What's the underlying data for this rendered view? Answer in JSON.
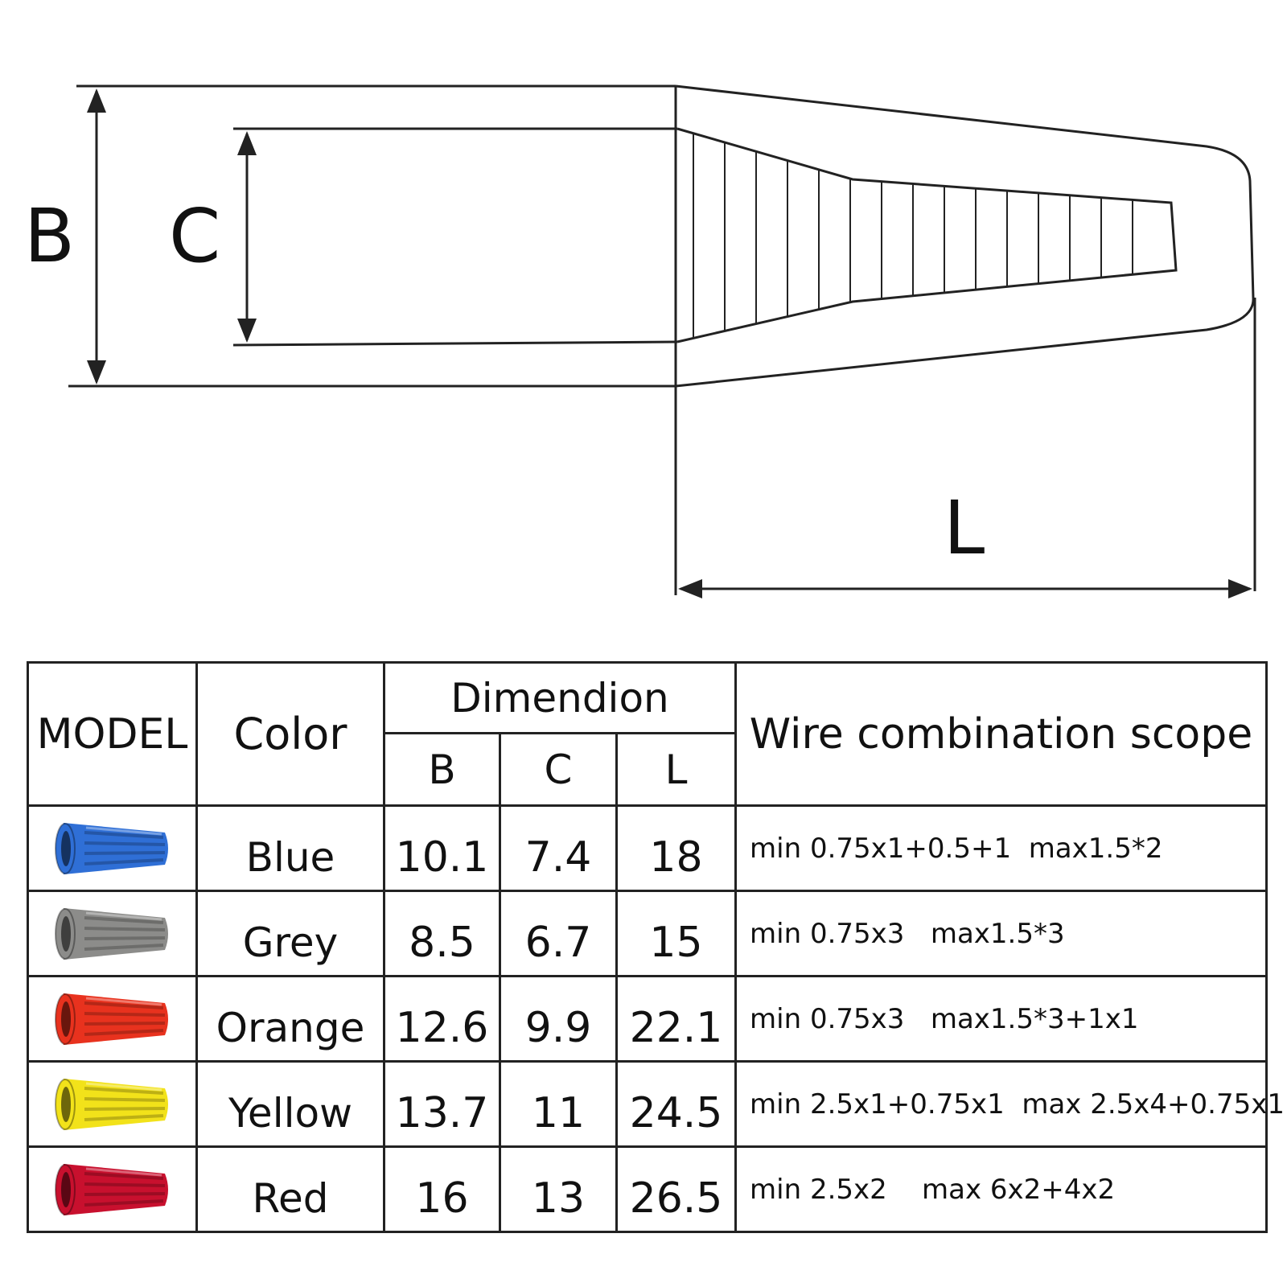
{
  "diagram": {
    "labels": {
      "b": "B",
      "c": "C",
      "l": "L"
    }
  },
  "table": {
    "headers": {
      "model": "MODEL",
      "color": "Color",
      "dimension": "Dimendion",
      "b": "B",
      "c": "C",
      "l": "L",
      "wire": "Wire combination scope"
    },
    "rows": [
      {
        "icon": "blue-connector-icon",
        "swatch": "#2f6fd6",
        "color": "Blue",
        "b": "10.1",
        "c": "7.4",
        "l": "18",
        "wire": "min 0.75x1+0.5+1  max1.5*2"
      },
      {
        "icon": "grey-connector-icon",
        "swatch": "#8c8c8a",
        "color": "Grey",
        "b": "8.5",
        "c": "6.7",
        "l": "15",
        "wire": "min 0.75x3   max1.5*3"
      },
      {
        "icon": "orange-connector-icon",
        "swatch": "#e8321e",
        "color": "Orange",
        "b": "12.6",
        "c": "9.9",
        "l": "22.1",
        "wire": "min 0.75x3   max1.5*3+1x1"
      },
      {
        "icon": "yellow-connector-icon",
        "swatch": "#f2e21a",
        "color": "Yellow",
        "b": "13.7",
        "c": "11",
        "l": "24.5",
        "wire": "min 2.5x1+0.75x1  max 2.5x4+0.75x1"
      },
      {
        "icon": "red-connector-icon",
        "swatch": "#c8102e",
        "color": "Red",
        "b": "16",
        "c": "13",
        "l": "26.5",
        "wire": "min 2.5x2    max 6x2+4x2"
      }
    ]
  }
}
